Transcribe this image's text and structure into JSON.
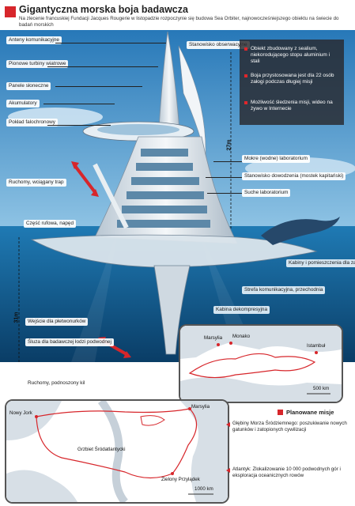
{
  "header": {
    "title": "Gigantyczna morska boja badawcza",
    "subtitle": "Na zlecenie francuskiej Fundacji Jacques Rougerie w listopadzie rozpoczynie się budowa Sea Orbiter, najnowocześniejszego obiektu na świecie do badań morskich"
  },
  "labels": {
    "anteny": "Anteny komunikacyjne",
    "turbiny": "Pionowe turbiny wiatrowe",
    "panele": "Panele słoneczne",
    "akumulatory": "Akumulatory",
    "poklad": "Pokład falochronowy",
    "trap": "Ruchomy, wciągany trap",
    "rufowa": "Część rufowa, napęd",
    "stanowisko": "Stanowisko obserwacyjne",
    "mokre": "Mokre (wodne) laboratorium",
    "dowodzenia": "Stanowisko dowodzenia (mostek kapitański)",
    "suche": "Suche laboratorium",
    "kabiny": "Kabiny i pomieszczenia dla załogi",
    "strefa": "Strefa komunikacyjna, przechodnia",
    "dekompresja": "Kabina dekompresyjna",
    "wejscie": "Wejście dla płetwonurków",
    "sluza": "Śluza dla badawczej łodzi podwodnej",
    "kil": "Ruchomy, podnoszony kil",
    "dim_top": "27m",
    "dim_bottom": "31m"
  },
  "info": [
    "Obiekt zbudowany z sealium, niekorodującego stopu aluminium i stali",
    "Boja przystosowana jest dla 22 osób załogi podczas długiej misji",
    "Możliwość śledzenia misji, wideo na żywo w Internecie"
  ],
  "map_med": {
    "cities": [
      "Marsylia",
      "Monako",
      "Istambuł"
    ],
    "scale": "500 km"
  },
  "map_atl": {
    "cities": [
      "Nowy Jork",
      "Marsylia",
      "Grzbiet Śródatlantycki",
      "Zielony Przylądek"
    ],
    "scale": "1000 km"
  },
  "legend": {
    "title": "Planowane misje",
    "items": [
      "Głębiny Morza Śródziemnego: poszukiwanie nowych gatunków i zatopionych cywilizacji",
      "Atlantyk: Zlokalizowanie 10 000 podwodnych gór i eksploracja oceanicznych rowów"
    ]
  },
  "colors": {
    "accent": "#d7262b",
    "sky": "#1d6fae",
    "sea": "#0f5d93",
    "hull": "#e9eef2"
  }
}
